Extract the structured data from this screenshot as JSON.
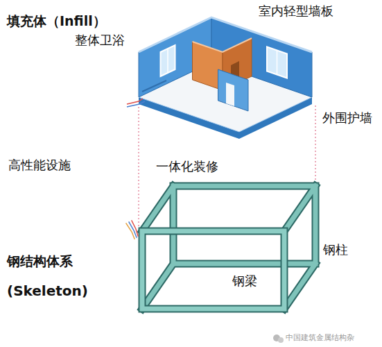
{
  "diagram": {
    "labels": [
      "填充体（Infill）",
      "室内轻型墙板",
      "整体卫浴",
      "外围护墙",
      "高性能设施",
      "一体化装修",
      "钢结构体系",
      "钢柱",
      "(Skeleton)",
      "钢梁",
      "中国建筑金属结构杂"
    ]
  }
}
